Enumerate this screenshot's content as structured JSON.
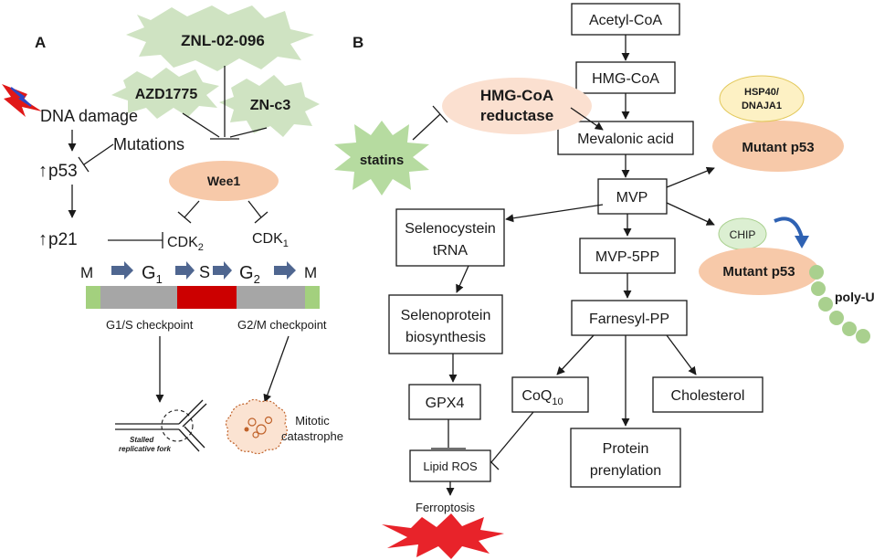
{
  "panel_a": {
    "label": "A",
    "inhibitors": [
      "ZNL-02-096",
      "AZD1775",
      "ZN-c3"
    ],
    "dna_damage": "DNA damage",
    "mutations": "Mutations",
    "p53": "p53",
    "p21": "p21",
    "up_arrow": "↑",
    "wee1": "Wee1",
    "cdk": "CDK",
    "cdk2_sub": "2",
    "cdk1_sub": "1",
    "phases": {
      "m": "M",
      "g": "G",
      "s": "S",
      "g1_sub": "1",
      "g2_sub": "2"
    },
    "g1s_checkpoint": "G1/S checkpoint",
    "g2m_checkpoint": "G2/M checkpoint",
    "fork_label_1": "Stalled",
    "fork_label_2": "replicative fork",
    "mitotic_1": "Mitotic",
    "mitotic_2": "catastrophe",
    "colors": {
      "burst": "#cfe3c2",
      "wee1": "#f7c9a9",
      "s_phase": "#cc0000",
      "g_phase": "#a6a6a6",
      "m_phase": "#a3d07e",
      "arrow": "#4f6690",
      "lightning": "#e01818"
    }
  },
  "panel_b": {
    "label": "B",
    "nodes": {
      "acetyl_coa": "Acetyl-CoA",
      "hmg_coa": "HMG-CoA",
      "mevalonic": "Mevalonic acid",
      "mvp": "MVP",
      "mvp5pp": "MVP-5PP",
      "farnesyl": "Farnesyl-PP",
      "seleno_trna_1": "Selenocystein",
      "seleno_trna_2": "tRNA",
      "selenoprotein_1": "Selenoprotein",
      "selenoprotein_2": "biosynthesis",
      "gpx4": "GPX4",
      "coq": "CoQ",
      "coq_sub": "10",
      "cholesterol": "Cholesterol",
      "protein_pren_1": "Protein",
      "protein_pren_2": "prenylation",
      "lipid_ros": "Lipid ROS",
      "ferroptosis": "Ferroptosis"
    },
    "hmgcr_1": "HMG-CoA",
    "hmgcr_2": "reductase",
    "statins": "statins",
    "hsp40_1": "HSP40/",
    "hsp40_2": "DNAJA1",
    "chip": "CHIP",
    "mutant_p53": "Mutant p53",
    "poly_ub": "poly-Ub",
    "colors": {
      "hmgcr": "#fbe0d0",
      "mutant": "#f7c9a9",
      "hsp": "#fdf1c4",
      "chip": "#dcefd2",
      "ub": "#a9d08e",
      "statins": "#b6dba0",
      "ferroptosis": "#e8232a",
      "curve_arrow": "#2f62b3"
    }
  }
}
